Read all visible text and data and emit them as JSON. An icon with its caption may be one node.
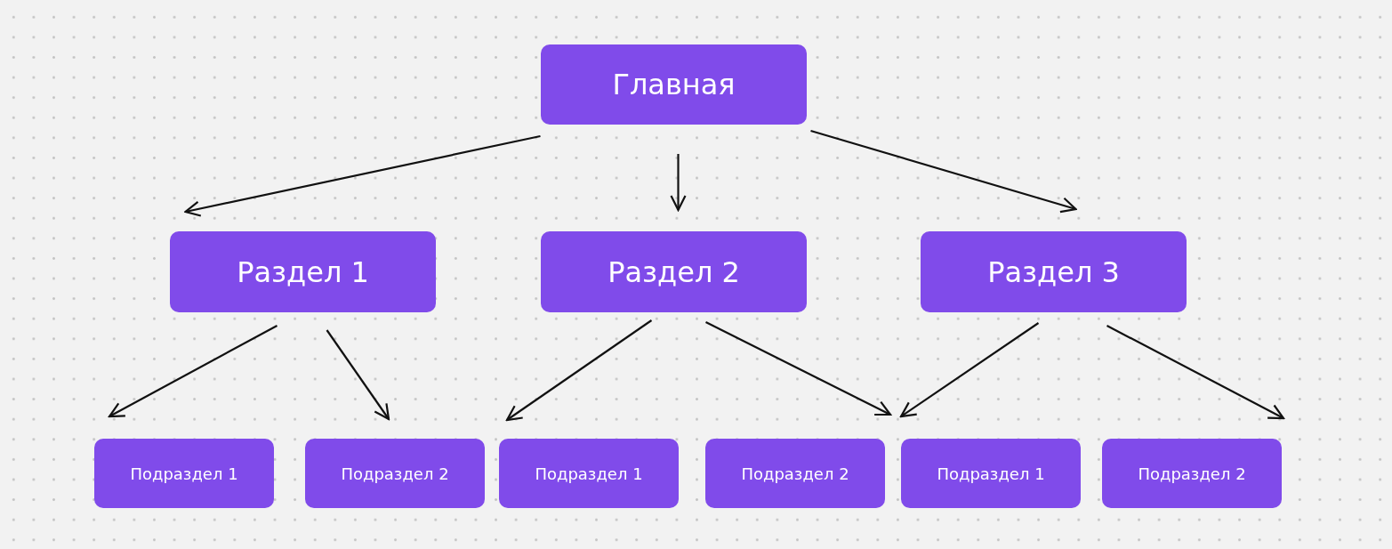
{
  "diagram": {
    "nodes": [
      {
        "text": [
          "Главная"
        ]
      },
      {
        "text": [
          "Раздел 1"
        ]
      },
      {
        "text": [
          "Раздел 2"
        ]
      },
      {
        "text": [
          "Раздел 3"
        ]
      },
      {
        "text": [
          "Подраздел 1"
        ]
      },
      {
        "text": [
          "Подраздел 2"
        ]
      },
      {
        "text": [
          "Подраздел 1"
        ]
      },
      {
        "text": [
          "Подраздел 2"
        ]
      },
      {
        "text": [
          "Подраздел 1"
        ]
      },
      {
        "text": [
          "Подраздел 2"
        ]
      }
    ],
    "edges": [
      {
        "from": 0,
        "to": 1,
        "arrow": "to"
      },
      {
        "from": 0,
        "to": 2,
        "arrow": "to"
      },
      {
        "from": 0,
        "to": 3,
        "arrow": "to"
      },
      {
        "from": 1,
        "to": 4,
        "arrow": "to"
      },
      {
        "from": 1,
        "to": 5,
        "arrow": "to"
      },
      {
        "from": 2,
        "to": 6,
        "arrow": "to"
      },
      {
        "from": 2,
        "to": 7,
        "arrow": "to"
      },
      {
        "from": 3,
        "to": 8,
        "arrow": "to"
      },
      {
        "from": 3,
        "to": 9,
        "arrow": "to"
      }
    ]
  }
}
